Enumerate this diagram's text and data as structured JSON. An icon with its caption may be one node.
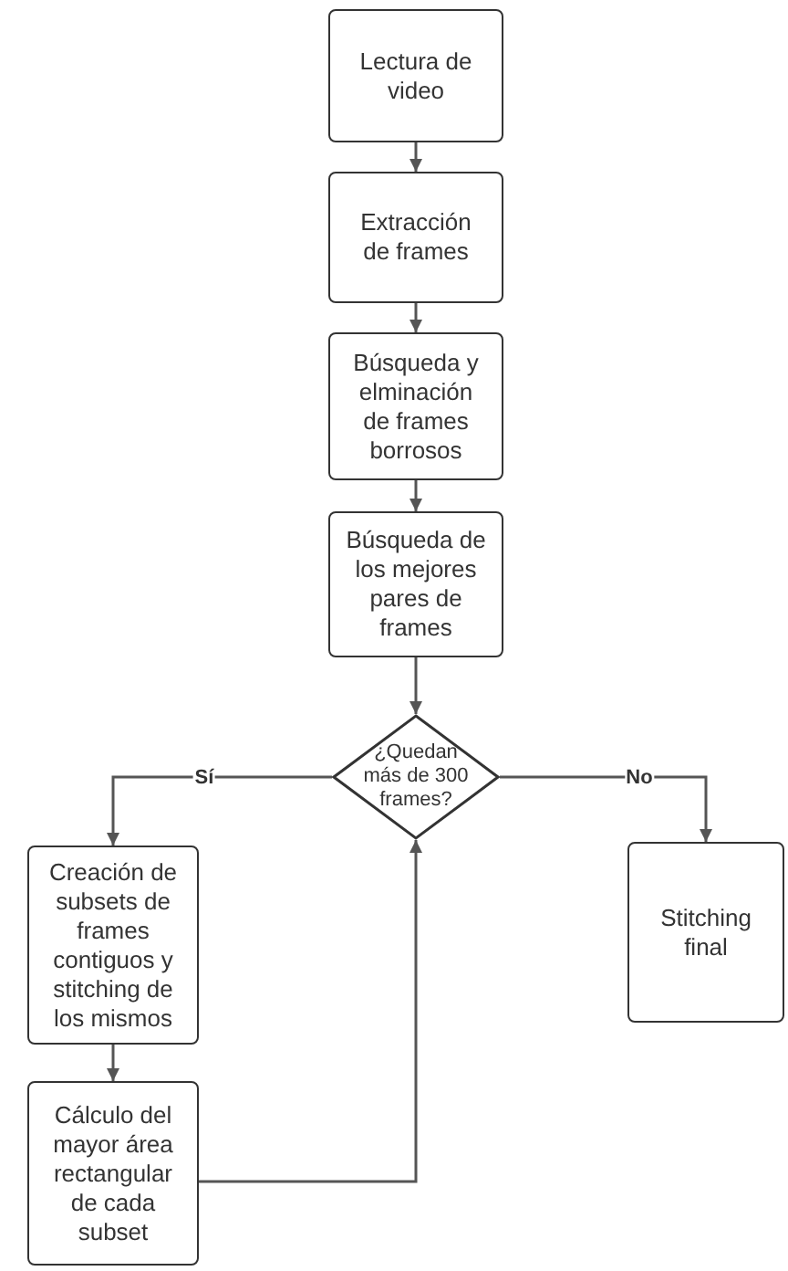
{
  "diagram": {
    "nodes": [
      {
        "text": [
          "Lectura de video"
        ]
      },
      {
        "text": [
          "Extracción de frames"
        ]
      },
      {
        "text": [
          "Búsqueda y elminación de frames borrosos"
        ]
      },
      {
        "text": [
          "Búsqueda de los mejores pares de frames"
        ]
      },
      {
        "text": [
          "¿Quedan más de 300 frames?"
        ]
      },
      {
        "text": [
          "Creación de subsets de frames contiguos y stitching de los mismos"
        ]
      },
      {
        "text": [
          "Cálculo del mayor área rectangular de cada subset"
        ]
      },
      {
        "text": [
          "Stitching final"
        ]
      }
    ],
    "edges": [
      {
        "from": 0,
        "to": 1,
        "arrow": "to"
      },
      {
        "from": 1,
        "to": 2,
        "arrow": "to"
      },
      {
        "from": 2,
        "to": 3,
        "arrow": "to"
      },
      {
        "from": 3,
        "to": 4,
        "arrow": "to"
      },
      {
        "from": 4,
        "to": 5,
        "arrow": "to",
        "label": "Sí"
      },
      {
        "from": 4,
        "to": 7,
        "arrow": "to",
        "label": "No"
      },
      {
        "from": 5,
        "to": 6,
        "arrow": "to"
      },
      {
        "from": 6,
        "to": 4,
        "arrow": "to"
      }
    ]
  }
}
